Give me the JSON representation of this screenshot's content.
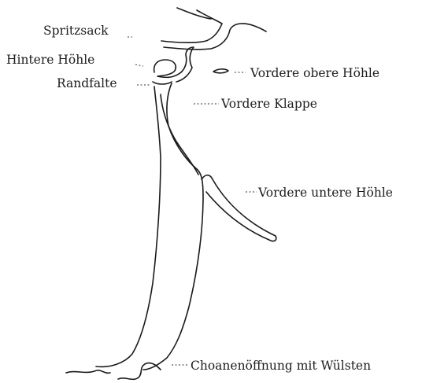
{
  "labels": {
    "spritzsack": "Spritzsack",
    "hintere_hoehle": "Hintere Höhle",
    "randfalte": "Randfalte",
    "vordere_obere_hoehle": "Vordere obere Höhle",
    "vordere_klappe": "Vordere Klappe",
    "vordere_untere_hoehle": "Vordere untere Höhle",
    "choanenoeffnung": "Choanenöffnung mit Wülsten"
  },
  "colors": {
    "line": "#1a1a1a",
    "text": "#1c1c1c",
    "background": "#ffffff"
  }
}
